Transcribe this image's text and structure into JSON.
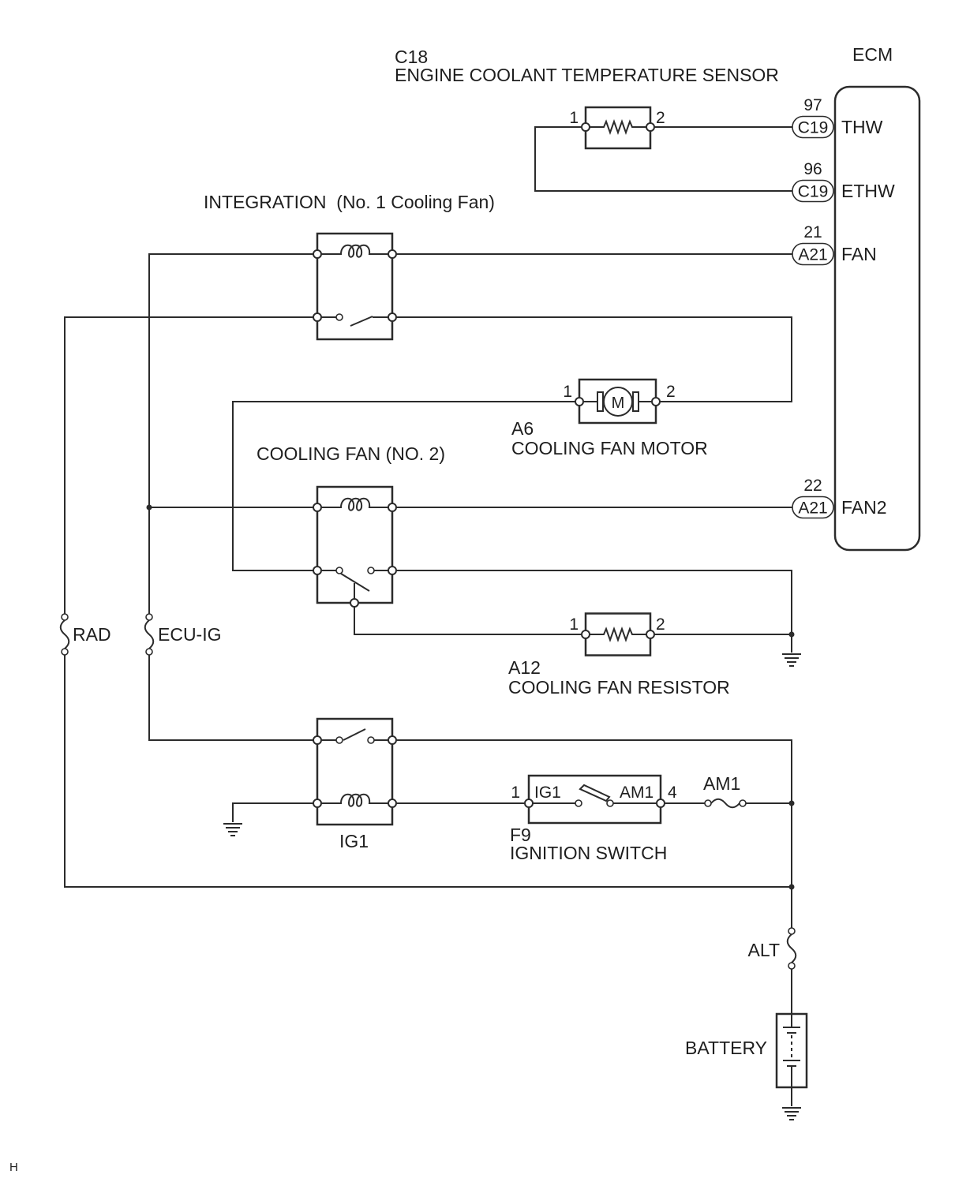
{
  "ecm": {
    "label": "ECM",
    "pins": {
      "thw": {
        "number": "97",
        "connector": "C19",
        "name": "THW"
      },
      "ethw": {
        "number": "96",
        "connector": "C19",
        "name": "ETHW"
      },
      "fan": {
        "number": "21",
        "connector": "A21",
        "name": "FAN"
      },
      "fan2": {
        "number": "22",
        "connector": "A21",
        "name": "FAN2"
      }
    }
  },
  "coolant_sensor": {
    "code": "C18",
    "name": "ENGINE COOLANT TEMPERATURE SENSOR",
    "pin_left": "1",
    "pin_right": "2"
  },
  "integration_relay": {
    "label": "INTEGRATION  (No. 1 Cooling Fan)"
  },
  "fan_motor": {
    "code": "A6",
    "name": "COOLING FAN MOTOR",
    "symbol": "M",
    "pin_left": "1",
    "pin_right": "2"
  },
  "fan2_relay": {
    "label": "COOLING FAN (NO. 2)"
  },
  "fan_resistor": {
    "code": "A12",
    "name": "COOLING FAN RESISTOR",
    "pin_left": "1",
    "pin_right": "2"
  },
  "fuses": {
    "rad": "RAD",
    "ecu_ig": "ECU-IG",
    "am1": "AM1",
    "alt": "ALT"
  },
  "ig1_relay": {
    "label": "IG1"
  },
  "ignition_switch": {
    "code": "F9",
    "name": "IGNITION SWITCH",
    "pin_left": "1",
    "pin_right": "4",
    "contact_left": "IG1",
    "contact_right": "AM1"
  },
  "battery": {
    "label": "BATTERY"
  },
  "page_mark": "H",
  "colors": {
    "line": "#2b2b2b",
    "text": "#1e1e1e",
    "background": "#ffffff"
  }
}
